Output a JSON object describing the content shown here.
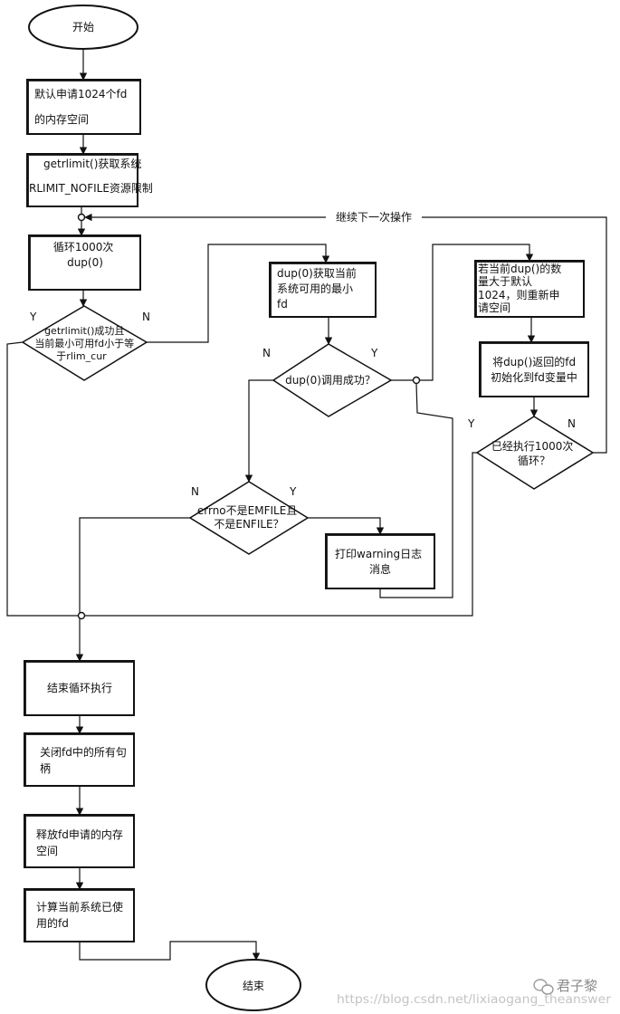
{
  "nodes": {
    "start": "开始",
    "alloc": [
      "默认申请1024个fd",
      "的内存空间"
    ],
    "getrlimit": [
      "getrlimit()获取系统",
      "RLIMIT_NOFILE资源限制"
    ],
    "loop": [
      "循环1000次",
      "dup(0)"
    ],
    "check_limit": [
      "getrlimit()成功且",
      "当前最小可用fd小于等",
      "于rlim_cur"
    ],
    "dup_get": [
      "dup(0)获取当前",
      "系统可用的最小",
      "fd"
    ],
    "dup_ok": [
      "dup(0)调用成功？"
    ],
    "realloc": [
      "若当前dup()的数",
      "量大于默认",
      "1024，则重新申",
      "请空间"
    ],
    "init_fd": [
      "将dup()返回的fd",
      "初始化到fd变量中"
    ],
    "loop_done": [
      "已经执行1000次",
      "循环？"
    ],
    "errno_check": [
      "errno不是EMFILE且",
      "不是ENFILE？"
    ],
    "warn": [
      "打印warning日志",
      "消息"
    ],
    "end_loop": [
      "结束循环执行"
    ],
    "close_fd": [
      "关闭fd中的所有句",
      "柄"
    ],
    "free_mem": [
      "释放fd申请的内存",
      "空间"
    ],
    "calc": [
      "计算当前系统已使",
      "用的fd"
    ],
    "end": "结束"
  },
  "edge_labels": {
    "continue_next": "继续下一次操作",
    "check_limit_y": "Y",
    "check_limit_n": "N",
    "dup_ok_n": "N",
    "dup_ok_y": "Y",
    "loop_done_y": "Y",
    "loop_done_n": "N",
    "errno_n": "N",
    "errno_y": "Y"
  },
  "watermark": {
    "brand": "君子黎",
    "url": "https://blog.csdn.net/lixiaogang_theanswer"
  },
  "icons": {
    "brand": "wechat-icon"
  },
  "colors": {
    "stroke": "#111111",
    "background": "#ffffff",
    "watermark": "#c4c4c4"
  }
}
